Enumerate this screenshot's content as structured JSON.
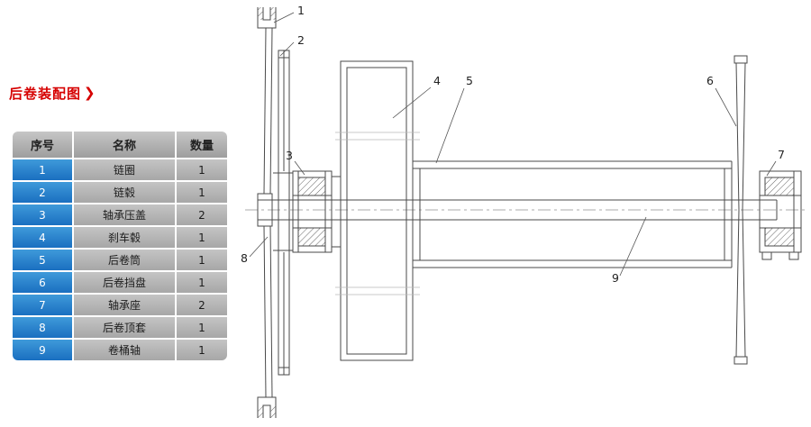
{
  "title": {
    "text": "后卷装配图",
    "arrow": "❯"
  },
  "table": {
    "headers": [
      "序号",
      "名称",
      "数量"
    ],
    "rows": [
      [
        "1",
        "链圈",
        "1"
      ],
      [
        "2",
        "链毂",
        "1"
      ],
      [
        "3",
        "轴承压盖",
        "2"
      ],
      [
        "4",
        "刹车毂",
        "1"
      ],
      [
        "5",
        "后卷筒",
        "1"
      ],
      [
        "6",
        "后卷挡盘",
        "1"
      ],
      [
        "7",
        "轴承座",
        "2"
      ],
      [
        "8",
        "后卷顶套",
        "1"
      ],
      [
        "9",
        "卷桶轴",
        "1"
      ]
    ]
  },
  "drawing": {
    "callouts": [
      "1",
      "2",
      "3",
      "4",
      "5",
      "6",
      "7",
      "8",
      "9"
    ]
  },
  "colors": {
    "accent_red": "#d60000",
    "table_blue": "#1f7fd0",
    "table_gray": "#b0b0b0",
    "header_gray": "#a8a8a8",
    "line_dark": "#4a4a4a"
  }
}
